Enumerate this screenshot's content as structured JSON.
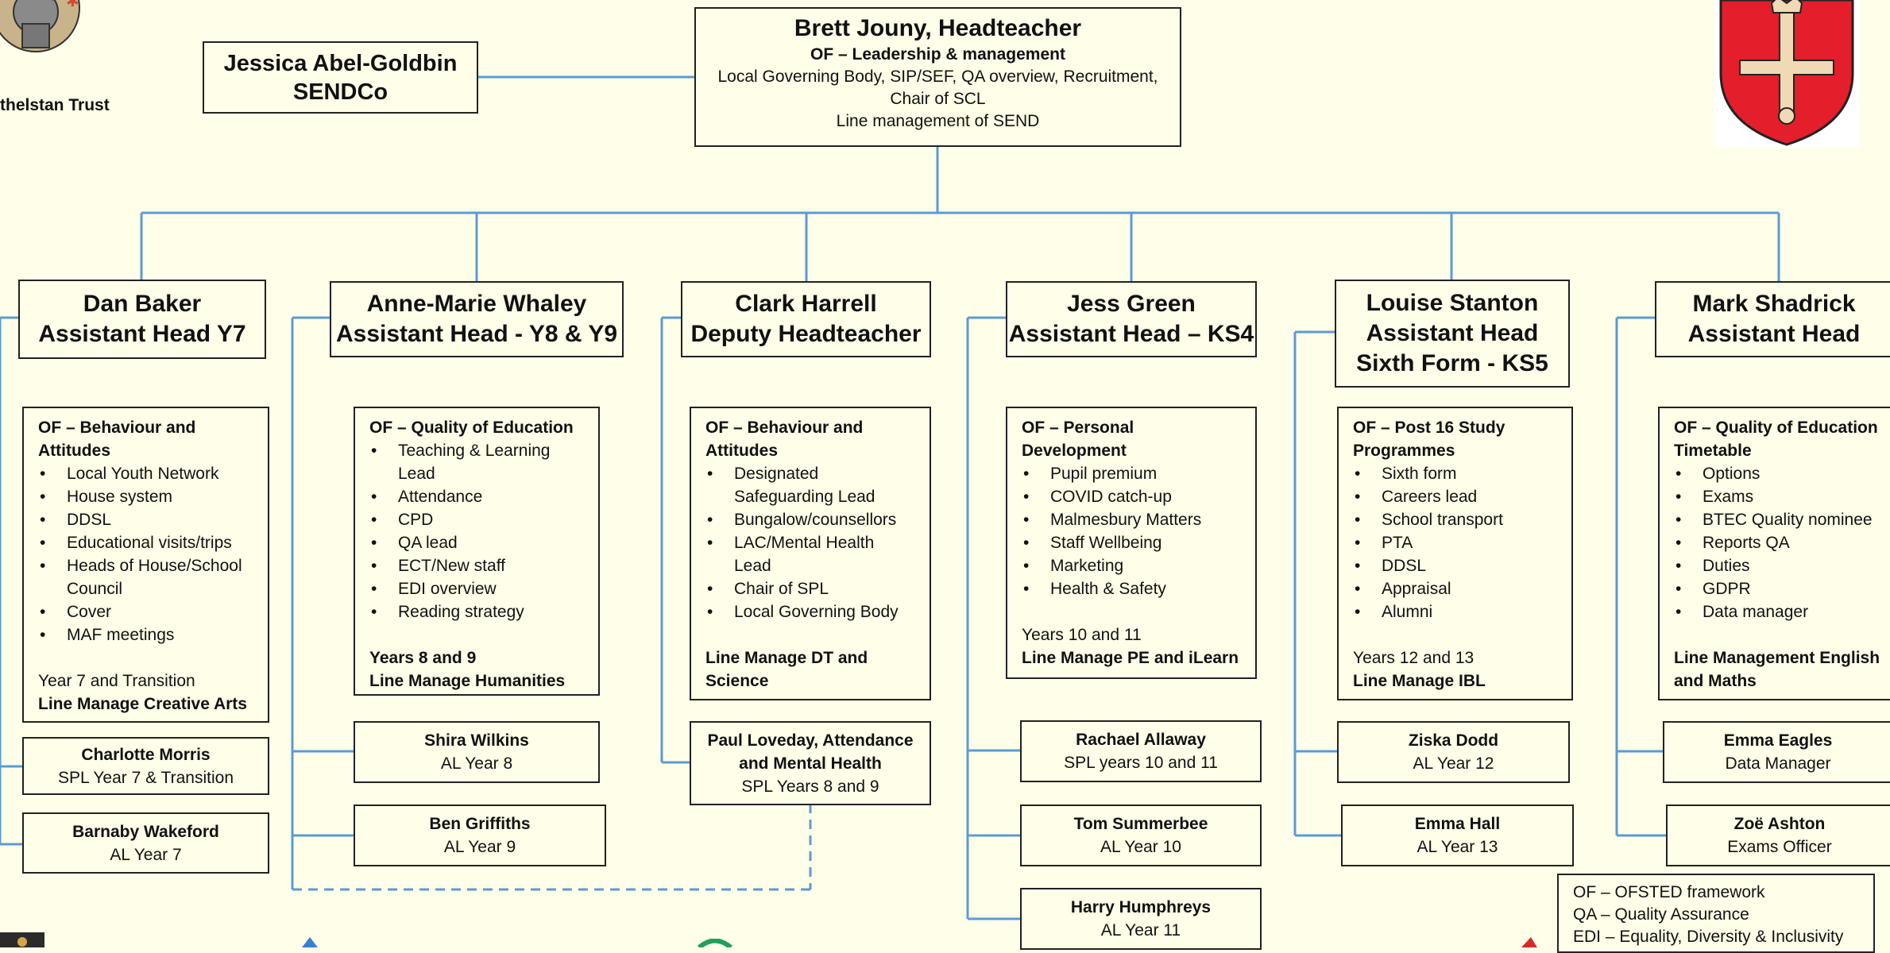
{
  "trust_name": "thelstan Trust",
  "headteacher": {
    "title": "Brett Jouny, Headteacher",
    "of": "OF – Leadership & management",
    "line1": "Local Governing Body, SIP/SEF, QA overview, Recruitment,",
    "line2": "Chair of SCL",
    "line3": "Line management of SEND"
  },
  "sendco": {
    "name": "Jessica Abel-Goldbin",
    "role": "SENDCo"
  },
  "columns": [
    {
      "line1": "Dan Baker",
      "line2": "Assistant Head Y7",
      "line3": "",
      "of_1": "OF – Behaviour and",
      "of_2": "Attitudes",
      "items": [
        "Local Youth Network",
        "House system",
        "DDSL",
        "Educational visits/trips",
        "Heads of House/School",
        "Council",
        "Cover",
        "MAF meetings"
      ],
      "footer_plain": "Year 7 and Transition",
      "footer_bold_1": "Line Manage Creative Arts",
      "footer_bold_2": "",
      "staff": [
        {
          "name": "Charlotte Morris",
          "role": "SPL Year 7 & Transition"
        },
        {
          "name": "Barnaby Wakeford",
          "role": "AL Year 7"
        }
      ]
    },
    {
      "line1": "Anne-Marie Whaley",
      "line2": "Assistant Head - Y8 & Y9",
      "line3": "",
      "of_1": "OF – Quality of Education",
      "of_2": "",
      "items": [
        "Teaching & Learning",
        "Lead",
        "Attendance",
        "CPD",
        "QA lead",
        "ECT/New staff",
        "EDI overview",
        "Reading strategy"
      ],
      "footer_plain": "",
      "footer_bold_1": "Years 8 and 9",
      "footer_bold_2": "Line Manage Humanities",
      "staff": [
        {
          "name": "Shira Wilkins",
          "role": "AL Year 8"
        },
        {
          "name": "Ben Griffiths",
          "role": "AL Year 9"
        }
      ]
    },
    {
      "line1": "Clark Harrell",
      "line2": "Deputy Headteacher",
      "line3": "",
      "of_1": "OF – Behaviour and",
      "of_2": "Attitudes",
      "items": [
        "Designated",
        "Safeguarding Lead",
        "Bungalow/counsellors",
        "LAC/Mental Health",
        "Lead",
        "Chair of SPL",
        "Local Governing Body"
      ],
      "footer_plain": "",
      "footer_bold_1": "Line Manage DT and",
      "footer_bold_2": "Science",
      "staff": [
        {
          "name": "Paul Loveday, Attendance",
          "name2": "and Mental Health",
          "role": "SPL Years 8 and 9"
        }
      ]
    },
    {
      "line1": "Jess Green",
      "line2": "Assistant Head – KS4",
      "line3": "",
      "of_1": "OF – Personal",
      "of_2": "Development",
      "items": [
        "Pupil premium",
        "COVID catch-up",
        "Malmesbury Matters",
        "Staff Wellbeing",
        "Marketing",
        "Health & Safety"
      ],
      "footer_plain": "Years 10 and 11",
      "footer_bold_1": "Line Manage PE and iLearn",
      "footer_bold_2": "",
      "staff": [
        {
          "name": "Rachael Allaway",
          "role": "SPL years 10 and 11"
        },
        {
          "name": "Tom Summerbee",
          "role": "AL Year 10"
        },
        {
          "name": "Harry Humphreys",
          "role": "AL Year 11"
        }
      ]
    },
    {
      "line1": "Louise Stanton",
      "line2": "Assistant Head",
      "line3": "Sixth Form - KS5",
      "of_1": "OF – Post 16 Study",
      "of_2": "Programmes",
      "items": [
        "Sixth form",
        "Careers lead",
        "School transport",
        "PTA",
        "DDSL",
        "Appraisal",
        "Alumni"
      ],
      "footer_plain": "Years 12 and 13",
      "footer_bold_1": "Line Manage IBL",
      "footer_bold_2": "",
      "staff": [
        {
          "name": "Ziska Dodd",
          "role": "AL Year 12"
        },
        {
          "name": "Emma Hall",
          "role": "AL Year 13"
        }
      ]
    },
    {
      "line1": "Mark Shadrick",
      "line2": "Assistant Head",
      "line3": "",
      "of_1": "OF – Quality of Education",
      "of_2": "Timetable",
      "items": [
        "Options",
        "Exams",
        "BTEC Quality nominee",
        "Reports QA",
        "Duties",
        "GDPR",
        "Data manager"
      ],
      "footer_plain": "",
      "footer_bold_1": "Line Management English",
      "footer_bold_2": "and Maths",
      "staff": [
        {
          "name": "Emma Eagles",
          "role": "Data Manager"
        },
        {
          "name": "Zoë Ashton",
          "role": "Exams Officer"
        }
      ]
    }
  ],
  "glossary": [
    "OF – OFSTED framework",
    "QA – Quality Assurance",
    "EDI – Equality, Diversity & Inclusivity"
  ],
  "colors": {
    "connector": "#5b9bd5",
    "background": "#fffee8",
    "shield_red": "#e41e2b",
    "border": "#222222"
  }
}
